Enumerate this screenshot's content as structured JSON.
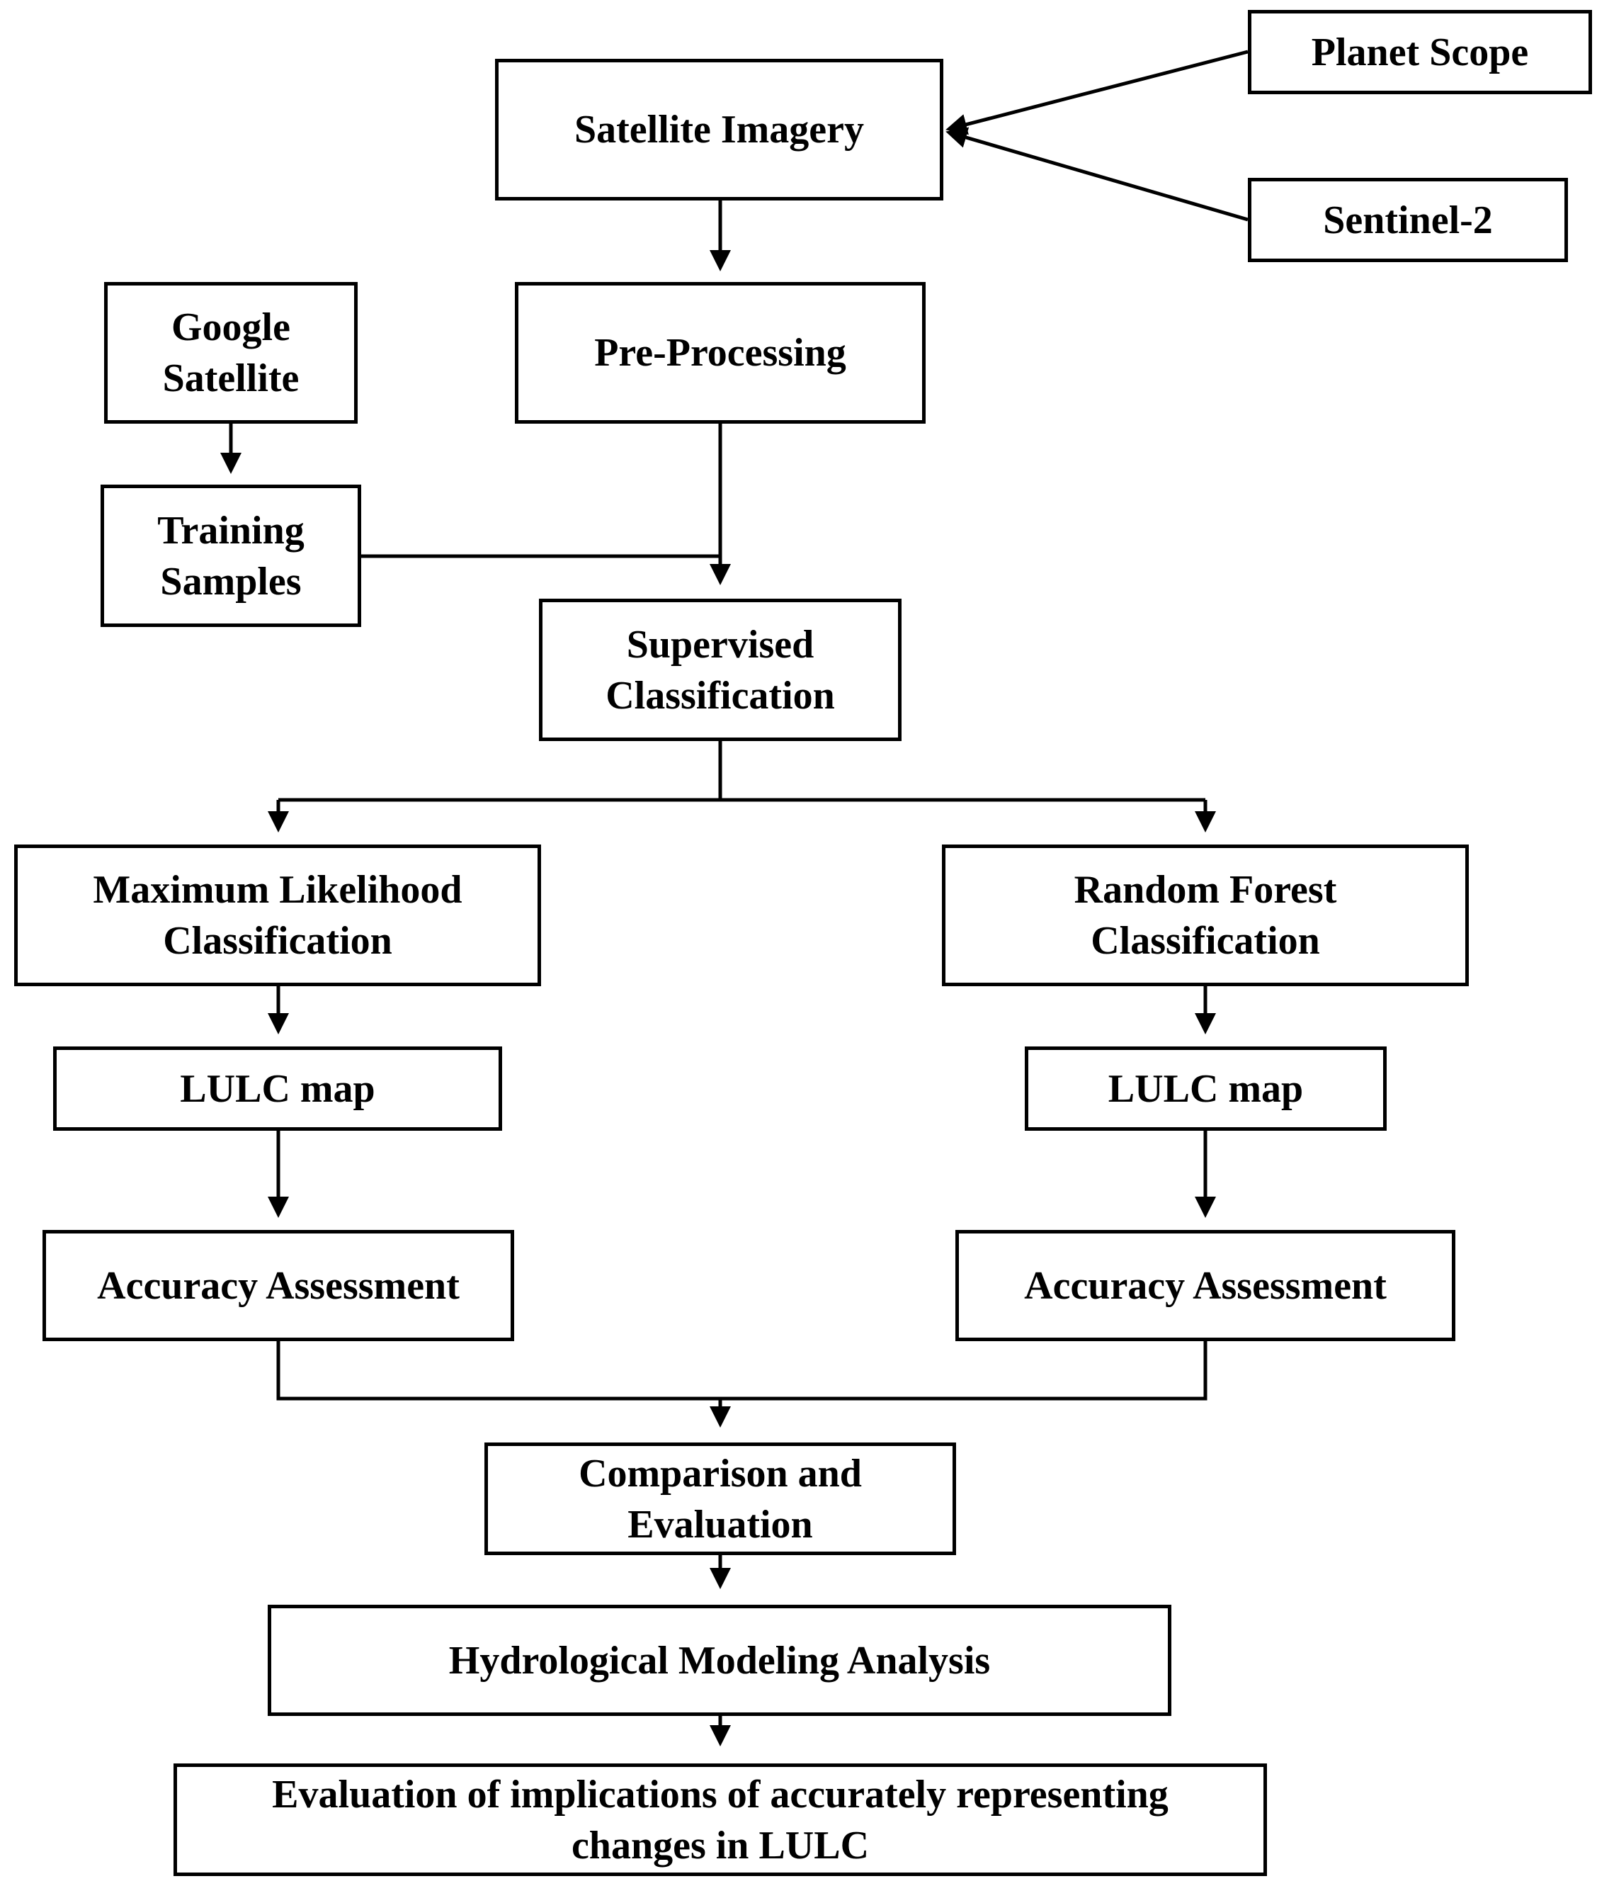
{
  "nodes": {
    "satellite_imagery": "Satellite Imagery",
    "planet_scope": "Planet Scope",
    "sentinel_2": "Sentinel-2",
    "google_satellite": "Google Satellite",
    "pre_processing": "Pre-Processing",
    "training_samples": "Training Samples",
    "supervised_classification": "Supervised Classification",
    "maximum_likelihood_classification": "Maximum Likelihood Classification",
    "random_forest_classification": "Random Forest Classification",
    "lulc_map_left": "LULC map",
    "lulc_map_right": "LULC map",
    "accuracy_assessment_left": "Accuracy Assessment",
    "accuracy_assessment_right": "Accuracy Assessment",
    "comparison_and_evaluation": "Comparison and Evaluation",
    "hydrological_modeling_analysis": "Hydrological Modeling Analysis",
    "evaluation_of_implications": "Evaluation of implications of accurately representing changes in LULC"
  },
  "edges": [
    {
      "from": "planet_scope",
      "to": "satellite_imagery"
    },
    {
      "from": "sentinel_2",
      "to": "satellite_imagery"
    },
    {
      "from": "satellite_imagery",
      "to": "pre_processing"
    },
    {
      "from": "google_satellite",
      "to": "training_samples"
    },
    {
      "from": "pre_processing",
      "to": "supervised_classification"
    },
    {
      "from": "training_samples",
      "to": "supervised_classification"
    },
    {
      "from": "supervised_classification",
      "to": "maximum_likelihood_classification"
    },
    {
      "from": "supervised_classification",
      "to": "random_forest_classification"
    },
    {
      "from": "maximum_likelihood_classification",
      "to": "lulc_map_left"
    },
    {
      "from": "random_forest_classification",
      "to": "lulc_map_right"
    },
    {
      "from": "lulc_map_left",
      "to": "accuracy_assessment_left"
    },
    {
      "from": "lulc_map_right",
      "to": "accuracy_assessment_right"
    },
    {
      "from": "accuracy_assessment_left",
      "to": "comparison_and_evaluation"
    },
    {
      "from": "accuracy_assessment_right",
      "to": "comparison_and_evaluation"
    },
    {
      "from": "comparison_and_evaluation",
      "to": "hydrological_modeling_analysis"
    },
    {
      "from": "hydrological_modeling_analysis",
      "to": "evaluation_of_implications"
    }
  ],
  "colors": {
    "stroke": "#000000",
    "background": "#ffffff"
  }
}
